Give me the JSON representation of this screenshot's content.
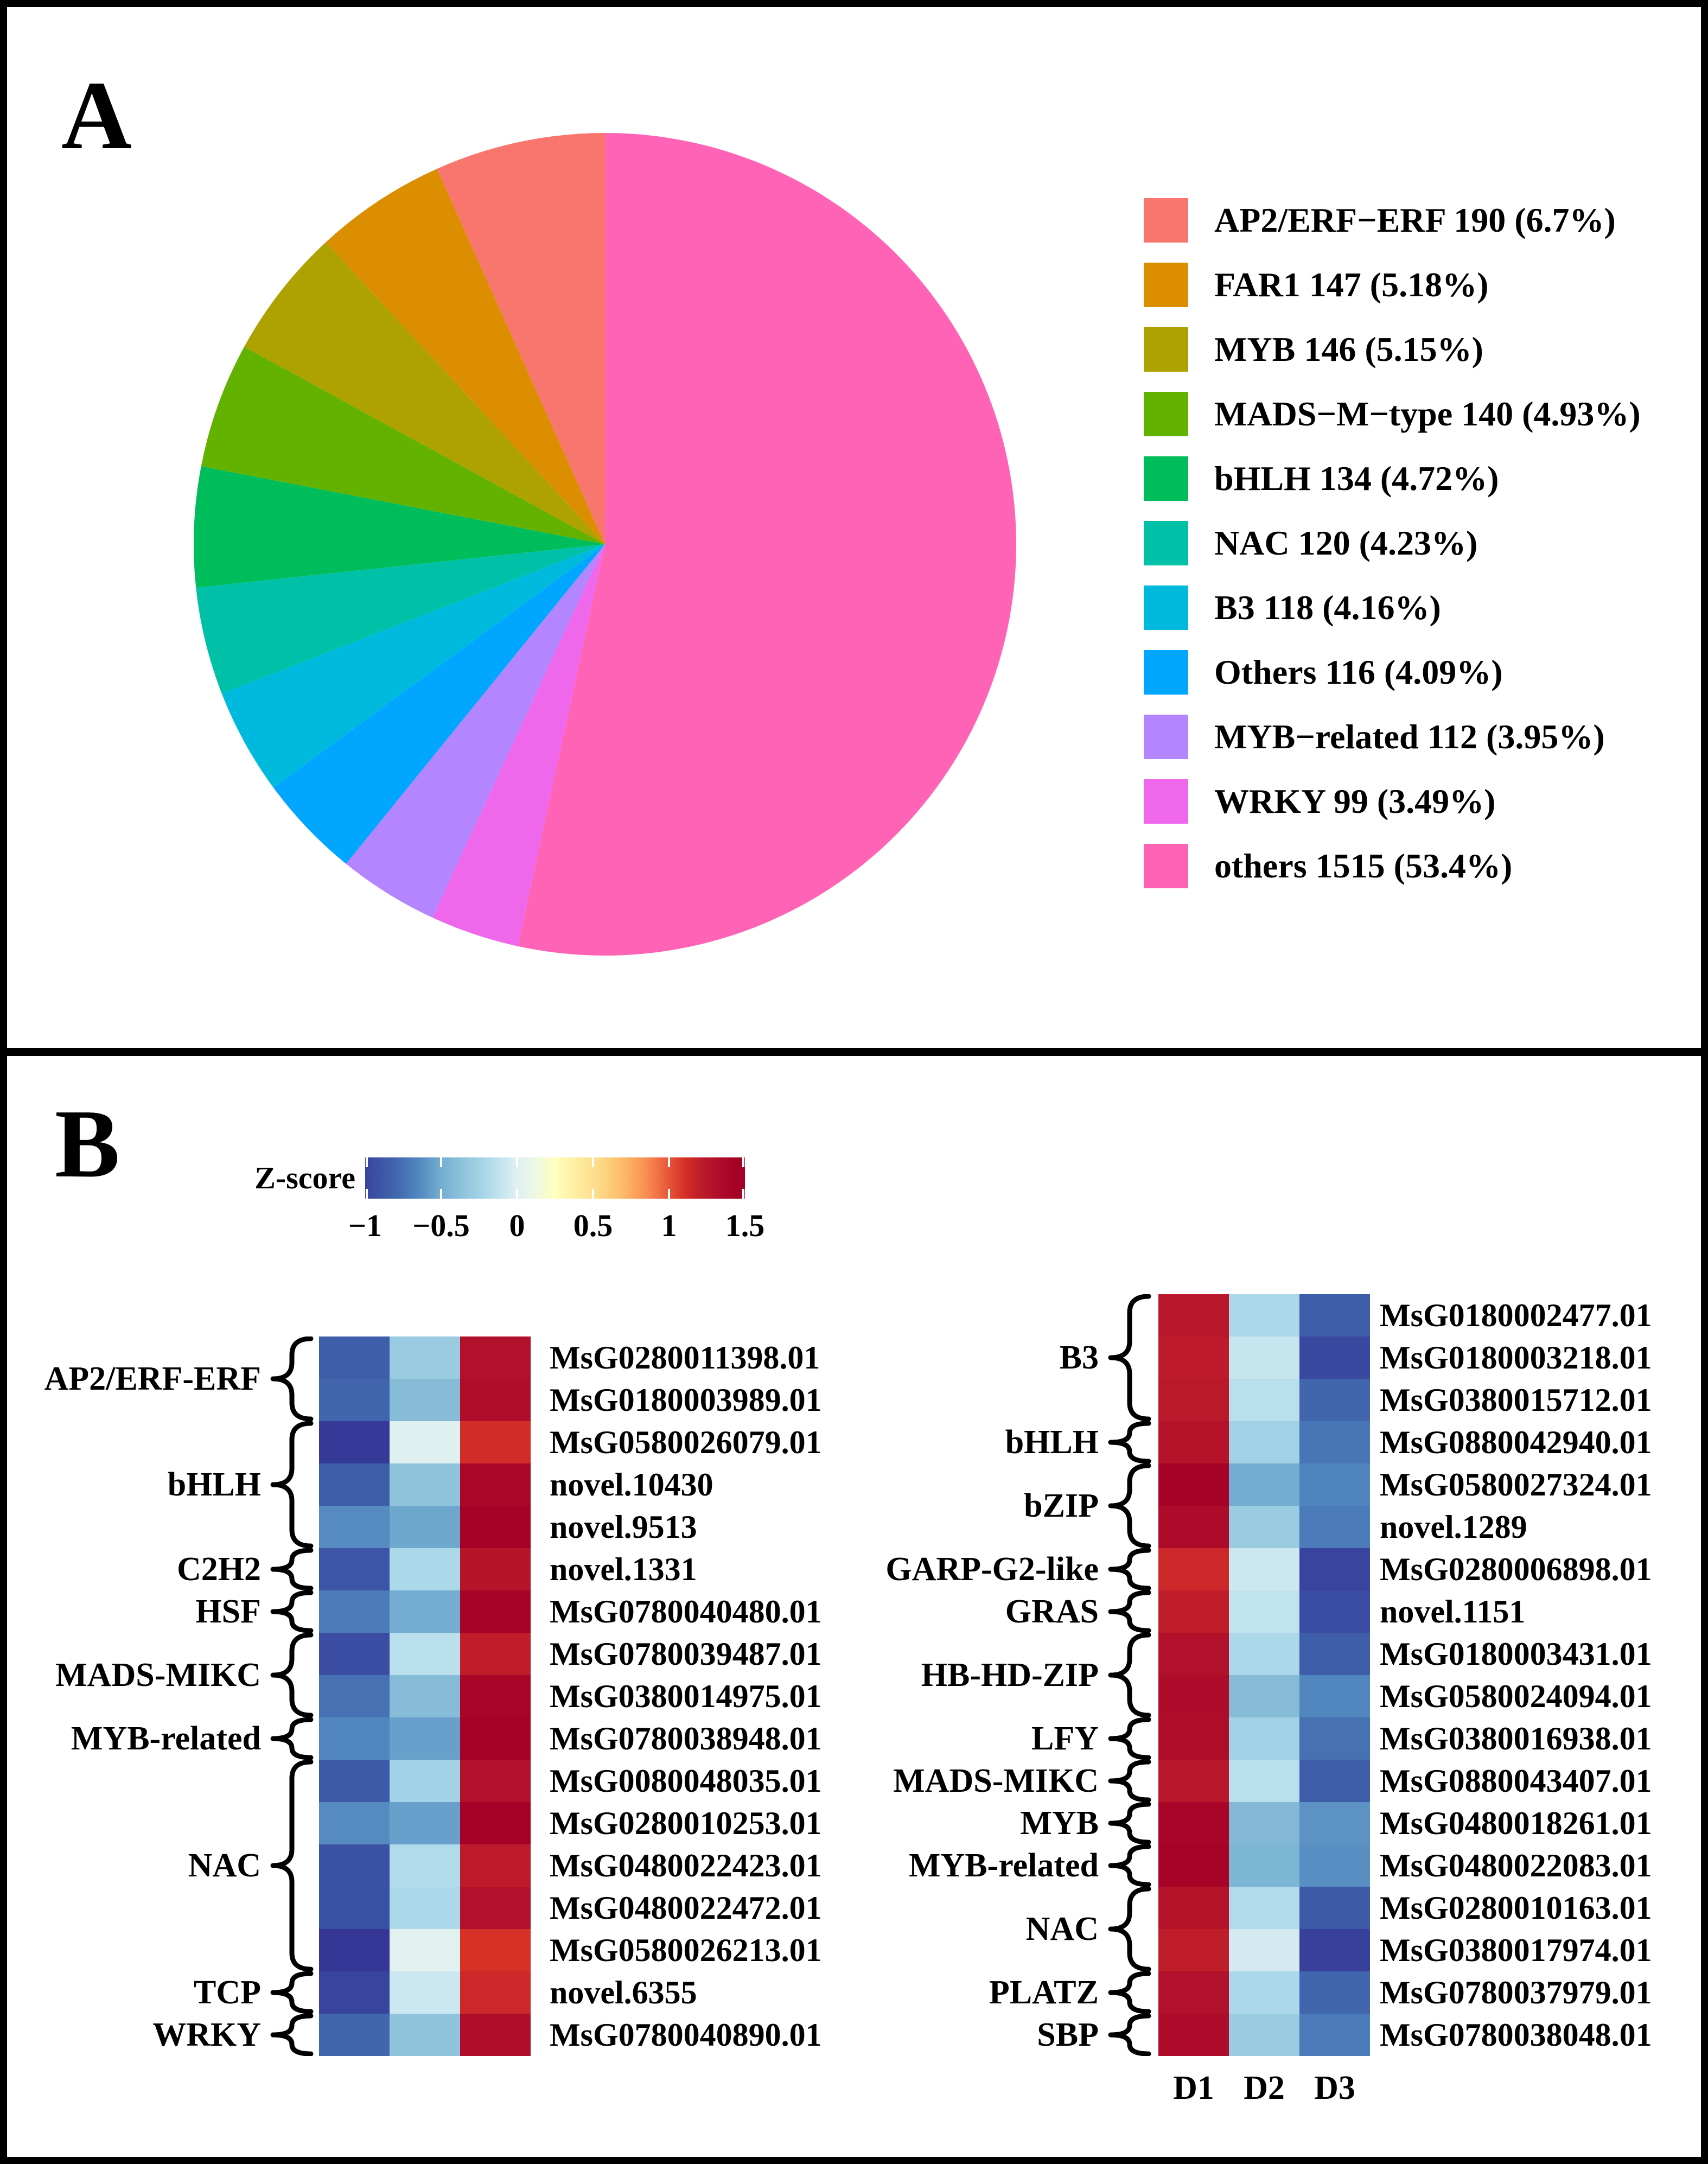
{
  "figure": {
    "panelA_letter": "A",
    "panelB_letter": "B"
  },
  "colorbar": {
    "title": "Z-score",
    "tick_labels": [
      "−1",
      "−0.5",
      "0",
      "0.5",
      "1",
      "1.5"
    ],
    "tick_values": [
      -1,
      -0.5,
      0,
      0.5,
      1,
      1.5
    ],
    "min": -1,
    "max": 1.5,
    "palette": "RdYlBu reversed (blue = low z-score, dark red = high z-score)"
  },
  "chart_data": [
    {
      "type": "pie",
      "title": "",
      "legend_position": "right",
      "start": "12 o'clock",
      "direction": "counterclockwise in legend order",
      "total": 2837,
      "slices": [
        {
          "family": "AP2/ERF−ERF",
          "value": 190,
          "pct": "6.7%",
          "color": "#F8766D",
          "label": "AP2/ERF−ERF 190 (6.7%)"
        },
        {
          "family": "FAR1",
          "value": 147,
          "pct": "5.18%",
          "color": "#DB8E00",
          "label": "FAR1 147 (5.18%)"
        },
        {
          "family": "MYB",
          "value": 146,
          "pct": "5.15%",
          "color": "#AEA200",
          "label": "MYB 146 (5.15%)"
        },
        {
          "family": "MADS−M−type",
          "value": 140,
          "pct": "4.93%",
          "color": "#64B200",
          "label": "MADS−M−type 140 (4.93%)"
        },
        {
          "family": "bHLH",
          "value": 134,
          "pct": "4.72%",
          "color": "#00BD5C",
          "label": "bHLH 134 (4.72%)"
        },
        {
          "family": "NAC",
          "value": 120,
          "pct": "4.23%",
          "color": "#00C1A7",
          "label": "NAC 120 (4.23%)"
        },
        {
          "family": "B3",
          "value": 118,
          "pct": "4.16%",
          "color": "#00BADE",
          "label": "B3 118 (4.16%)"
        },
        {
          "family": "Others",
          "value": 116,
          "pct": "4.09%",
          "color": "#00A6FF",
          "label": "Others 116 (4.09%)"
        },
        {
          "family": "MYB−related",
          "value": 112,
          "pct": "3.95%",
          "color": "#B385FF",
          "label": "MYB−related 112 (3.95%)"
        },
        {
          "family": "WRKY",
          "value": 99,
          "pct": "3.49%",
          "color": "#EF67EB",
          "label": "WRKY 99 (3.49%)"
        },
        {
          "family": "others",
          "value": 1515,
          "pct": "53.4%",
          "color": "#FF63B6",
          "label": "others 1515 (53.4%)"
        }
      ]
    },
    {
      "type": "heatmap",
      "name": "left-heatmap",
      "columns": [
        "D1",
        "D2",
        "D3"
      ],
      "column_labels_shown": false,
      "zlim": [
        -1,
        1.5
      ],
      "rows": [
        {
          "family": "AP2/ERF-ERF",
          "gene": "MsG0280011398.01",
          "z": [
            -0.85,
            -0.3,
            1.3
          ]
        },
        {
          "family": "AP2/ERF-ERF",
          "gene": "MsG0180003989.01",
          "z": [
            -0.8,
            -0.4,
            1.32
          ]
        },
        {
          "family": "bHLH",
          "gene": "MsG0580026079.01",
          "z": [
            -1.05,
            0.0,
            1.12
          ]
        },
        {
          "family": "bHLH",
          "gene": "novel.10430",
          "z": [
            -0.85,
            -0.35,
            1.38
          ]
        },
        {
          "family": "bHLH",
          "gene": "novel.9513",
          "z": [
            -0.63,
            -0.52,
            1.44
          ]
        },
        {
          "family": "C2H2",
          "gene": "novel.1331",
          "z": [
            -0.9,
            -0.2,
            1.27
          ]
        },
        {
          "family": "HSF",
          "gene": "MsG0780040480.01",
          "z": [
            -0.7,
            -0.5,
            1.42
          ]
        },
        {
          "family": "MADS-MIKC",
          "gene": "MsG0780039487.01",
          "z": [
            -0.95,
            -0.14,
            1.2
          ]
        },
        {
          "family": "MADS-MIKC",
          "gene": "MsG0380014975.01",
          "z": [
            -0.75,
            -0.4,
            1.4
          ]
        },
        {
          "family": "MYB-related",
          "gene": "MsG0780038948.01",
          "z": [
            -0.65,
            -0.55,
            1.44
          ]
        },
        {
          "family": "NAC",
          "gene": "MsG0080048035.01",
          "z": [
            -0.88,
            -0.25,
            1.3
          ]
        },
        {
          "family": "NAC",
          "gene": "MsG0280010253.01",
          "z": [
            -0.63,
            -0.55,
            1.45
          ]
        },
        {
          "family": "NAC",
          "gene": "MsG0480022423.01",
          "z": [
            -0.92,
            -0.18,
            1.22
          ]
        },
        {
          "family": "NAC",
          "gene": "MsG0480022472.01",
          "z": [
            -0.92,
            -0.2,
            1.3
          ]
        },
        {
          "family": "NAC",
          "gene": "MsG0580026213.01",
          "z": [
            -1.07,
            0.02,
            1.1
          ]
        },
        {
          "family": "TCP",
          "gene": "novel.6355",
          "z": [
            -1.0,
            -0.08,
            1.15
          ]
        },
        {
          "family": "WRKY",
          "gene": "MsG0780040890.01",
          "z": [
            -0.8,
            -0.35,
            1.32
          ]
        }
      ]
    },
    {
      "type": "heatmap",
      "name": "right-heatmap",
      "columns": [
        "D1",
        "D2",
        "D3"
      ],
      "column_labels_shown": true,
      "zlim": [
        -1,
        1.5
      ],
      "rows": [
        {
          "family": "B3",
          "gene": "MsG0180002477.01",
          "z": [
            1.25,
            -0.2,
            -0.85
          ]
        },
        {
          "family": "B3",
          "gene": "MsG0180003218.01",
          "z": [
            1.22,
            -0.1,
            -0.97
          ]
        },
        {
          "family": "B3",
          "gene": "MsG0380015712.01",
          "z": [
            1.24,
            -0.15,
            -0.8
          ]
        },
        {
          "family": "bHLH",
          "gene": "MsG0880042940.01",
          "z": [
            1.28,
            -0.25,
            -0.73
          ]
        },
        {
          "family": "bZIP",
          "gene": "MsG0580027324.01",
          "z": [
            1.43,
            -0.5,
            -0.66
          ]
        },
        {
          "family": "bZIP",
          "gene": "novel.1289",
          "z": [
            1.35,
            -0.3,
            -0.7
          ]
        },
        {
          "family": "GARP-G2-like",
          "gene": "MsG0280006898.01",
          "z": [
            1.15,
            -0.08,
            -1.0
          ]
        },
        {
          "family": "GRAS",
          "gene": "novel.1151",
          "z": [
            1.2,
            -0.12,
            -0.95
          ]
        },
        {
          "family": "HB-HD-ZIP",
          "gene": "MsG0180003431.01",
          "z": [
            1.3,
            -0.2,
            -0.85
          ]
        },
        {
          "family": "HB-HD-ZIP",
          "gene": "MsG0580024094.01",
          "z": [
            1.33,
            -0.4,
            -0.65
          ]
        },
        {
          "family": "LFY",
          "gene": "MsG0380016938.01",
          "z": [
            1.32,
            -0.25,
            -0.75
          ]
        },
        {
          "family": "MADS-MIKC",
          "gene": "MsG0880043407.01",
          "z": [
            1.25,
            -0.15,
            -0.85
          ]
        },
        {
          "family": "MYB",
          "gene": "MsG0480018261.01",
          "z": [
            1.4,
            -0.42,
            -0.6
          ]
        },
        {
          "family": "MYB-related",
          "gene": "MsG0480022083.01",
          "z": [
            1.42,
            -0.45,
            -0.62
          ]
        },
        {
          "family": "NAC",
          "gene": "MsG0280010163.01",
          "z": [
            1.28,
            -0.18,
            -0.88
          ]
        },
        {
          "family": "NAC",
          "gene": "MsG0380017974.01",
          "z": [
            1.2,
            -0.05,
            -1.02
          ]
        },
        {
          "family": "PLATZ",
          "gene": "MsG0780037979.01",
          "z": [
            1.3,
            -0.2,
            -0.8
          ]
        },
        {
          "family": "SBP",
          "gene": "MsG0780038048.01",
          "z": [
            1.33,
            -0.3,
            -0.7
          ]
        }
      ]
    }
  ]
}
